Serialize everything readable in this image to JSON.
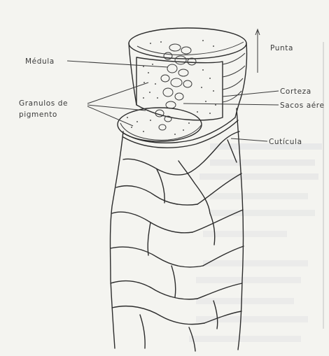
{
  "labels": {
    "medula": "Médula",
    "granulos_line1": "Granulos de",
    "granulos_line2": "pigmento",
    "punta": "Punta",
    "corteza": "Corteza",
    "sacos": "Sacos aére",
    "cuticula": "Cutícula"
  },
  "colors": {
    "paper": "#f4f4f0",
    "ink": "#2c2c2c",
    "bleed_through": "#9aa0b8"
  }
}
